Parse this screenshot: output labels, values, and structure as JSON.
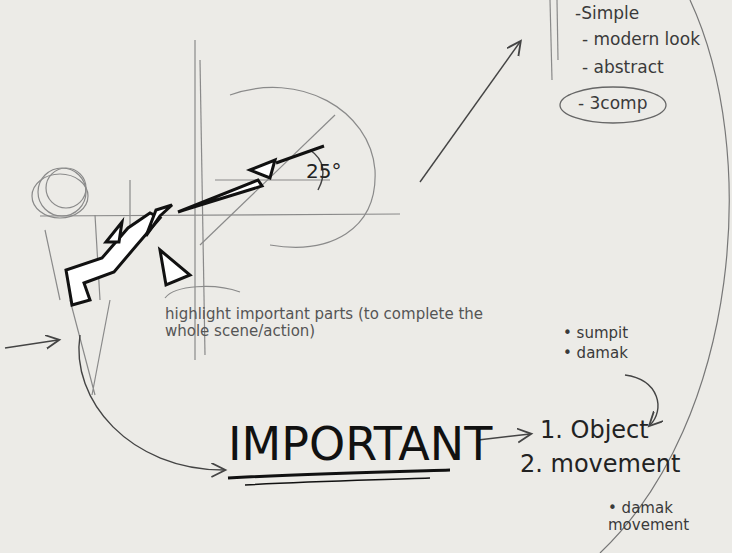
{
  "diagram": {
    "nodes": [
      {
        "text": [
          "- 3comp"
        ]
      }
    ],
    "labels": [
      "-Simple",
      "- modern look",
      "- abstract",
      "25°",
      "highlight important parts (to complete the whole scene/action)",
      "• sumpit",
      "• damak",
      "IMPORTANT",
      "1. Object",
      "2. movement",
      "• damak movement"
    ]
  }
}
